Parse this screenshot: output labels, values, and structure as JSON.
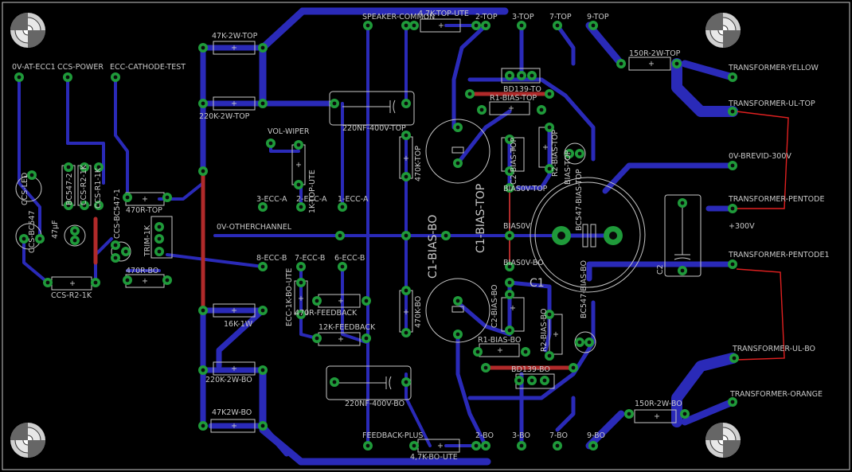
{
  "labels": {
    "top_left": [
      "0V-AT-ECC1",
      "CCS-POWER",
      "ECC-CATHODE-TEST"
    ],
    "ccs": [
      "CCS-LED",
      "47µF",
      "CCS-BC547",
      "BC547-2",
      "CCS-R2-1K",
      "CCS-R1-1K",
      "CCS-BC547-1",
      "CCS-R2-1K"
    ],
    "mid_left": [
      "47K-2W-TOP",
      "220K-2W-TOP",
      "470R-TOP",
      "TRIM-1K",
      "470R-BO",
      "0V-OTHERCHANNEL",
      "16K-1W",
      "220K-2W-BO",
      "47K2W-BO"
    ],
    "ecc_top": [
      "VOL-WIPER",
      "3-ECC-A",
      "2-ECC-A",
      "1-ECC-A",
      "1K-TOP-UTE"
    ],
    "ecc_bottom": [
      "8-ECC-B",
      "7-ECC-B",
      "6-ECC-B",
      "ECC-1K-BO-UTE",
      "470R-FEEDBACK",
      "12K-FEEDBACK"
    ],
    "center": [
      "SPEAKER-COMMON",
      "4,7K-TOP-UTE",
      "220NF-400V-TOP",
      "470K-TOP",
      "470K-BO",
      "220NF-400V-BO",
      "FEEDBACK-PLUS",
      "4,7K-BO-UTE"
    ],
    "pins_top": [
      "2-TOP",
      "3-TOP",
      "7-TOP",
      "9-TOP"
    ],
    "pins_bottom": [
      "2-BO",
      "3-BO",
      "7-BO",
      "9-BO"
    ],
    "bias": [
      "C1-BIAS-TOP",
      "C1-BIAS-BO",
      "BD139-TO",
      "R1-BIAS-TOP",
      "C2-BIAS-TOP",
      "R2-BIAS-TOP",
      "BIAS-TOP",
      "BIAS0V-TOP",
      "BIAS0V",
      "BIAS0V-BO",
      "BC547-BIAS-TOP",
      "BC547-BIAS-BO",
      "C1",
      "C2",
      "C2-BIAS-BO",
      "R1-BIAS-BO",
      "R2-BIAS-BO",
      "BD139-BO"
    ],
    "right": [
      "150R-2W-TOP",
      "TRANSFORMER-YELLOW",
      "TRANSFORMER-UL-TOP",
      "0V-BREVID-300V",
      "TRANSFORMER-PENTODE",
      "+300V",
      "TRANSFORMER-PENTODE1",
      "TRANSFORMER-UL-BO",
      "TRANSFORMER-ORANGE",
      "150R-2W-BO"
    ]
  },
  "colors": {
    "background": "#000000",
    "trace": "#2a2ab8",
    "pad": "#1f9a3a",
    "silkscreen": "#c8c8c8",
    "airwire": "#e02020",
    "jumper": "#b02a2a"
  }
}
